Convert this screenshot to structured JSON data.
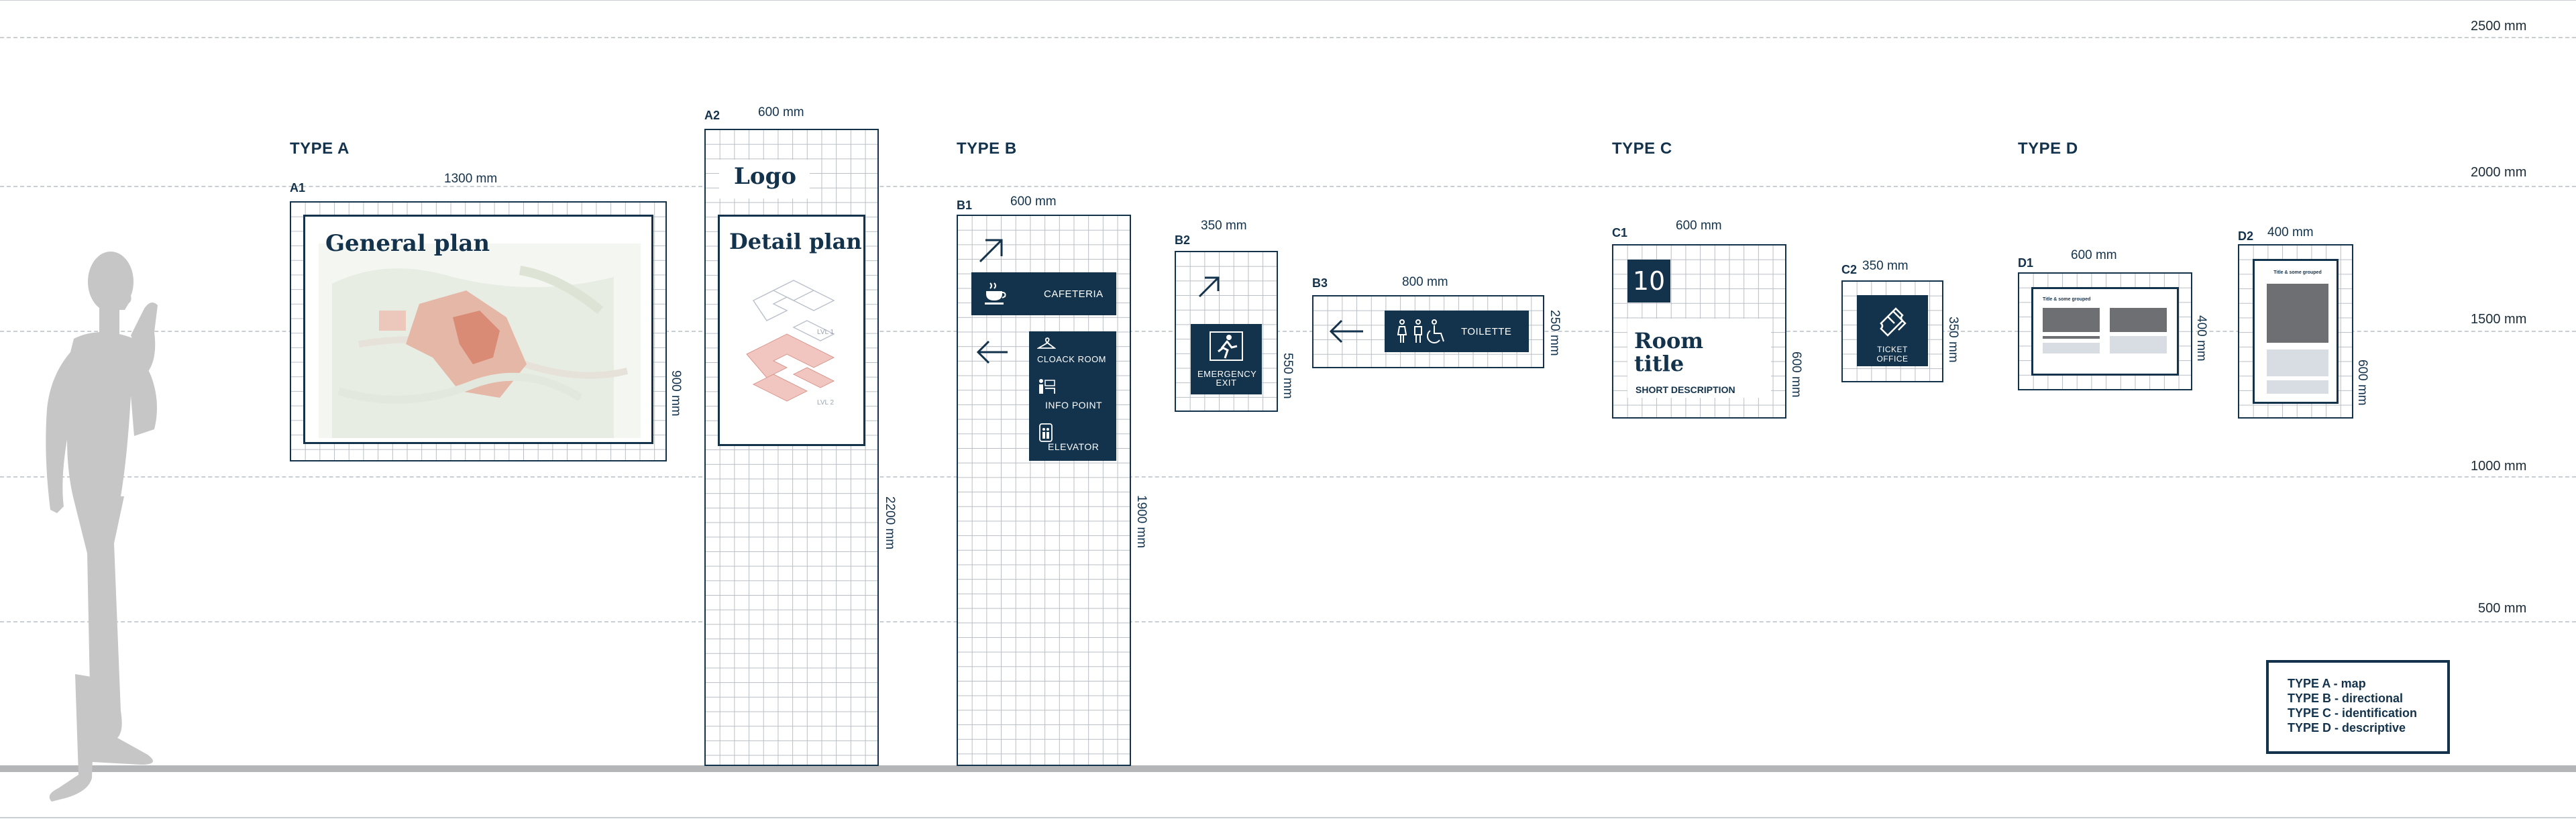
{
  "levels": [
    "2500 mm",
    "2000 mm",
    "1500 mm",
    "1000 mm",
    "500 mm"
  ],
  "types": {
    "a": {
      "title": "TYPE A"
    },
    "b": {
      "title": "TYPE B"
    },
    "c": {
      "title": "TYPE C"
    },
    "d": {
      "title": "TYPE D"
    }
  },
  "signs": {
    "a1": {
      "code": "A1",
      "width": "1300 mm",
      "height": "900 mm",
      "title": "General plan"
    },
    "a2": {
      "code": "A2",
      "width": "600 mm",
      "height": "2200 mm",
      "logo": "Logo",
      "title": "Detail plan",
      "level1": "LVL 1",
      "level2": "LVL 2"
    },
    "b1": {
      "code": "B1",
      "width": "600 mm",
      "height": "1900 mm",
      "cafeteria": "CAFETERIA",
      "cloak_room": "CLOACK ROOM",
      "info_point": "INFO POINT",
      "elevator": "ELEVATOR"
    },
    "b2": {
      "code": "B2",
      "width": "350 mm",
      "height": "550 mm",
      "label": "EMERGENCY EXIT"
    },
    "b3": {
      "code": "B3",
      "width": "800 mm",
      "height": "250 mm",
      "label": "TOILETTE"
    },
    "c1": {
      "code": "C1",
      "width": "600 mm",
      "height": "600 mm",
      "number": "10",
      "title_line1": "Room",
      "title_line2": "title",
      "description": "SHORT DESCRIPTION"
    },
    "c2": {
      "code": "C2",
      "width": "350 mm",
      "height": "350 mm",
      "label": "TICKET OFFICE"
    },
    "d1": {
      "code": "D1",
      "width": "600 mm",
      "height": "400 mm",
      "heading": "Title & some grouped"
    },
    "d2": {
      "code": "D2",
      "width": "400 mm",
      "height": "600 mm",
      "heading": "Title & some grouped"
    }
  },
  "legend": [
    "TYPE A - map",
    "TYPE B - directional",
    "TYPE C - identification",
    "TYPE D - descriptive"
  ]
}
